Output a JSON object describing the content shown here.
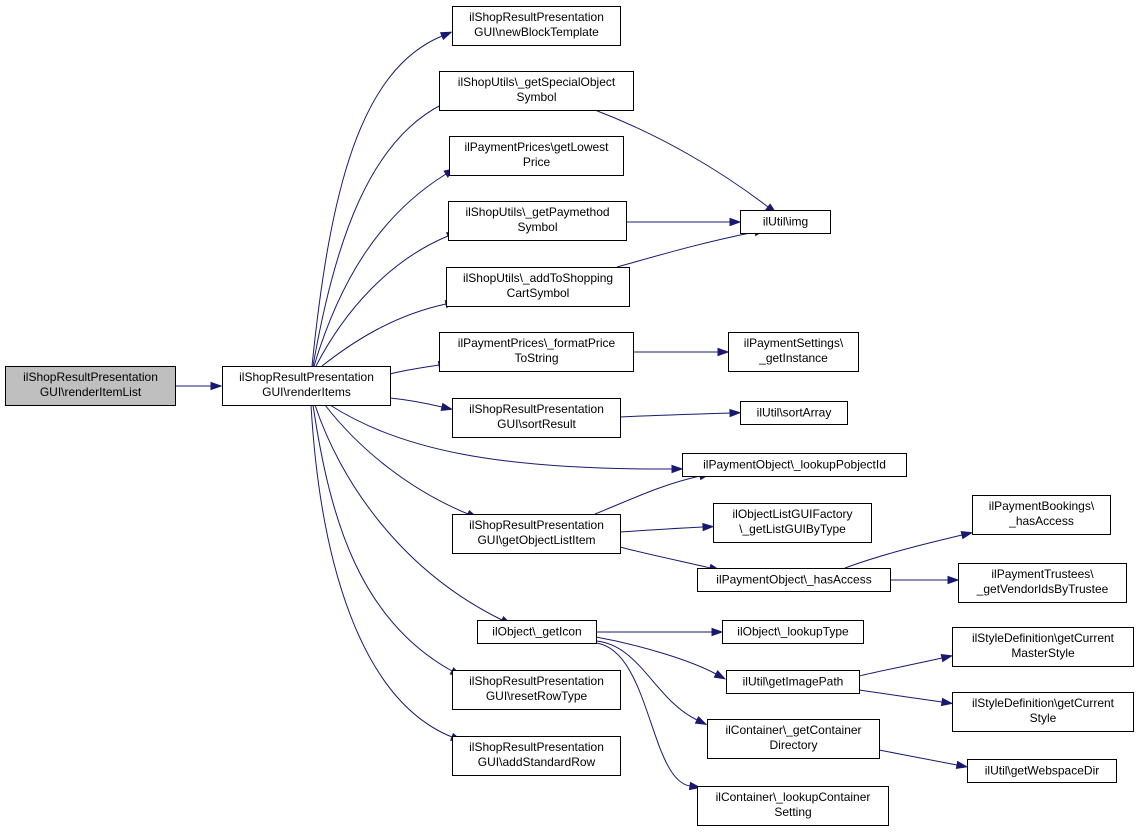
{
  "diagram": {
    "nodes": [
      {
        "id": "root",
        "lines": [
          "ilShopResultPresentation",
          "GUI\\renderItemList"
        ],
        "highlight": true
      },
      {
        "id": "renderItems",
        "lines": [
          "ilShopResultPresentation",
          "GUI\\renderItems"
        ]
      },
      {
        "id": "newBlockTemplate",
        "lines": [
          "ilShopResultPresentation",
          "GUI\\newBlockTemplate"
        ]
      },
      {
        "id": "getSpecialObjectSymbol",
        "lines": [
          "ilShopUtils\\_getSpecialObject",
          "Symbol"
        ]
      },
      {
        "id": "getLowestPrice",
        "lines": [
          "ilPaymentPrices\\getLowest",
          "Price"
        ]
      },
      {
        "id": "getPaymethodSymbol",
        "lines": [
          "ilShopUtils\\_getPaymethod",
          "Symbol"
        ]
      },
      {
        "id": "addToShoppingCartSymbol",
        "lines": [
          "ilShopUtils\\_addToShopping",
          "CartSymbol"
        ]
      },
      {
        "id": "formatPriceToString",
        "lines": [
          "ilPaymentPrices\\_formatPrice",
          "ToString"
        ]
      },
      {
        "id": "sortResult",
        "lines": [
          "ilShopResultPresentation",
          "GUI\\sortResult"
        ]
      },
      {
        "id": "getObjectListItem",
        "lines": [
          "ilShopResultPresentation",
          "GUI\\getObjectListItem"
        ]
      },
      {
        "id": "getIcon",
        "lines": [
          "ilObject\\_getIcon"
        ]
      },
      {
        "id": "resetRowType",
        "lines": [
          "ilShopResultPresentation",
          "GUI\\resetRowType"
        ]
      },
      {
        "id": "addStandardRow",
        "lines": [
          "ilShopResultPresentation",
          "GUI\\addStandardRow"
        ]
      },
      {
        "id": "img",
        "lines": [
          "ilUtil\\img"
        ]
      },
      {
        "id": "getInstance",
        "lines": [
          "ilPaymentSettings\\",
          "_getInstance"
        ]
      },
      {
        "id": "sortArray",
        "lines": [
          "ilUtil\\sortArray"
        ]
      },
      {
        "id": "lookupPobjectId",
        "lines": [
          "ilPaymentObject\\_lookupPobjectId"
        ]
      },
      {
        "id": "getListGUIByType",
        "lines": [
          "ilObjectListGUIFactory",
          "\\_getListGUIByType"
        ]
      },
      {
        "id": "hasAccess",
        "lines": [
          "ilPaymentObject\\_hasAccess"
        ]
      },
      {
        "id": "bookingsHasAccess",
        "lines": [
          "ilPaymentBookings\\",
          "_hasAccess"
        ]
      },
      {
        "id": "getVendorIdsByTrustee",
        "lines": [
          "ilPaymentTrustees\\",
          "_getVendorIdsByTrustee"
        ]
      },
      {
        "id": "lookupType",
        "lines": [
          "ilObject\\_lookupType"
        ]
      },
      {
        "id": "getImagePath",
        "lines": [
          "ilUtil\\getImagePath"
        ]
      },
      {
        "id": "getCurrentMasterStyle",
        "lines": [
          "ilStyleDefinition\\getCurrent",
          "MasterStyle"
        ]
      },
      {
        "id": "getCurrentStyle",
        "lines": [
          "ilStyleDefinition\\getCurrent",
          "Style"
        ]
      },
      {
        "id": "getContainerDirectory",
        "lines": [
          "ilContainer\\_getContainer",
          "Directory"
        ]
      },
      {
        "id": "getWebspaceDir",
        "lines": [
          "ilUtil\\getWebspaceDir"
        ]
      },
      {
        "id": "lookupContainerSetting",
        "lines": [
          "ilContainer\\_lookupContainer",
          "Setting"
        ]
      }
    ],
    "edges": [
      [
        "root",
        "renderItems"
      ],
      [
        "renderItems",
        "newBlockTemplate"
      ],
      [
        "renderItems",
        "getSpecialObjectSymbol"
      ],
      [
        "renderItems",
        "getLowestPrice"
      ],
      [
        "renderItems",
        "getPaymethodSymbol"
      ],
      [
        "renderItems",
        "addToShoppingCartSymbol"
      ],
      [
        "renderItems",
        "formatPriceToString"
      ],
      [
        "renderItems",
        "sortResult"
      ],
      [
        "renderItems",
        "lookupPobjectId"
      ],
      [
        "renderItems",
        "getObjectListItem"
      ],
      [
        "renderItems",
        "getIcon"
      ],
      [
        "renderItems",
        "resetRowType"
      ],
      [
        "renderItems",
        "addStandardRow"
      ],
      [
        "getSpecialObjectSymbol",
        "img"
      ],
      [
        "getPaymethodSymbol",
        "img"
      ],
      [
        "addToShoppingCartSymbol",
        "img"
      ],
      [
        "formatPriceToString",
        "getInstance"
      ],
      [
        "sortResult",
        "sortArray"
      ],
      [
        "getObjectListItem",
        "lookupPobjectId"
      ],
      [
        "getObjectListItem",
        "getListGUIByType"
      ],
      [
        "getObjectListItem",
        "hasAccess"
      ],
      [
        "hasAccess",
        "bookingsHasAccess"
      ],
      [
        "hasAccess",
        "getVendorIdsByTrustee"
      ],
      [
        "getIcon",
        "lookupType"
      ],
      [
        "getIcon",
        "getImagePath"
      ],
      [
        "getIcon",
        "getContainerDirectory"
      ],
      [
        "getIcon",
        "lookupContainerSetting"
      ],
      [
        "getImagePath",
        "getCurrentMasterStyle"
      ],
      [
        "getImagePath",
        "getCurrentStyle"
      ],
      [
        "getContainerDirectory",
        "getWebspaceDir"
      ]
    ]
  }
}
